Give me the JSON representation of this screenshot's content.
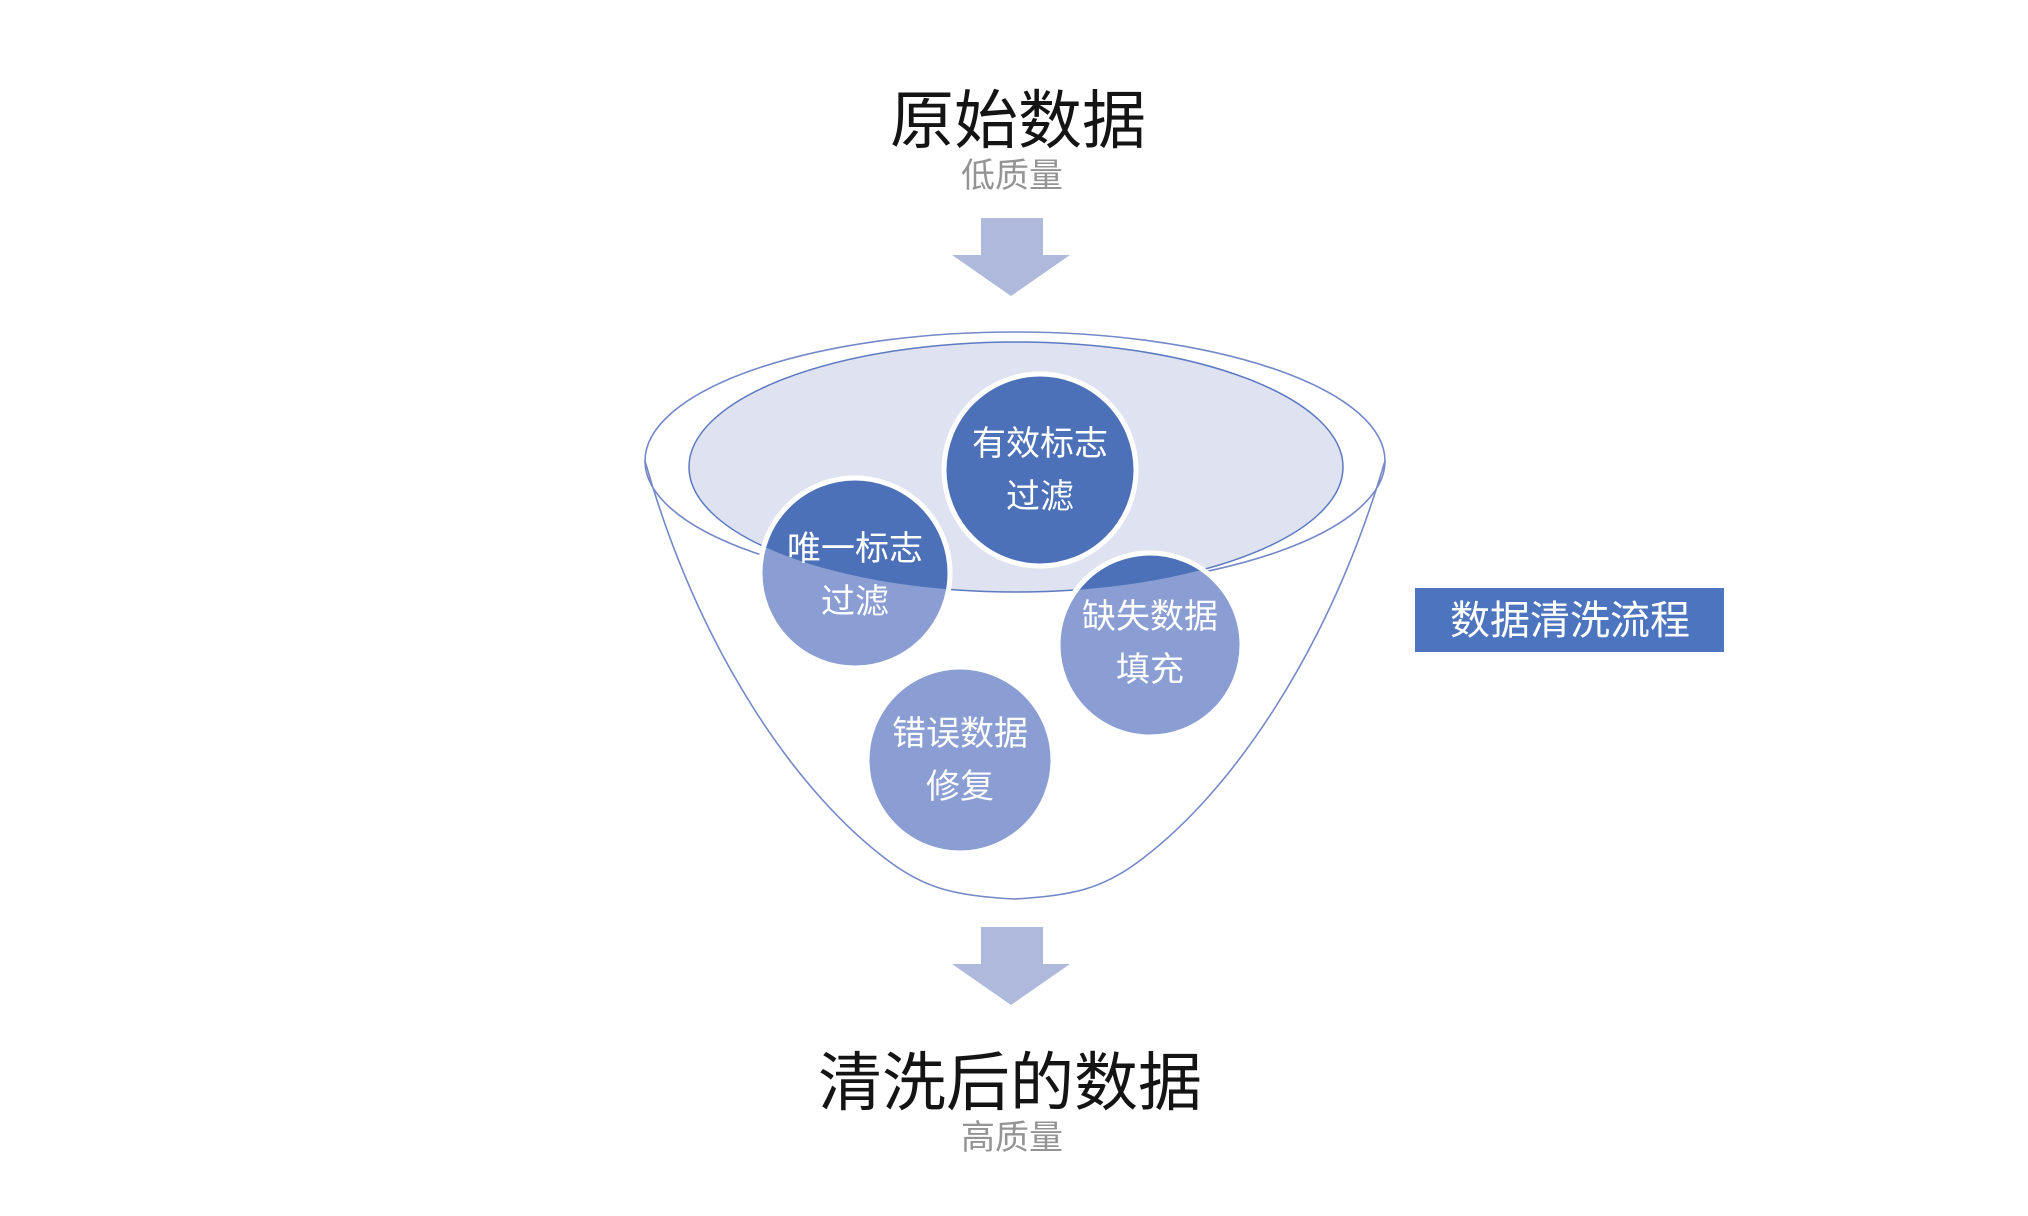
{
  "diagram": {
    "source": {
      "title": "原始数据",
      "subtitle": "低质量"
    },
    "result": {
      "title": "清洗后的数据",
      "subtitle": "高质量"
    },
    "process_label": "数据清洗流程",
    "steps": [
      {
        "name": "valid-flag-filter",
        "line1": "有效标志",
        "line2": "过滤"
      },
      {
        "name": "unique-flag-filter",
        "line1": "唯一标志",
        "line2": "过滤"
      },
      {
        "name": "missing-data-fill",
        "line1": "缺失数据",
        "line2": "填充"
      },
      {
        "name": "error-data-repair",
        "line1": "错误数据",
        "line2": "修复"
      }
    ]
  },
  "colors": {
    "dark_circle": "#4d71b8",
    "light_circle": "#8b9ed3",
    "funnel_fill": "#dfe2f0",
    "funnel_stroke": "#7588c8",
    "arrow": "#aeb9dc",
    "label_background": "#4d74be",
    "title_text": "#141414",
    "subtitle_text": "#949494",
    "circle_text": "#ffffff"
  }
}
